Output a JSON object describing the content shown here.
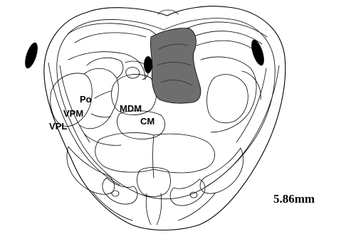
{
  "labels": {
    "po": "Po",
    "vpm": "VPM",
    "vpl": "VPL",
    "mdm": "MDM",
    "cm": "CM"
  },
  "depth_label": "5.86mm",
  "colors": {
    "lesion": "#6e6e6e",
    "outline": "#000000",
    "dark_fill": "#000000",
    "background": "#ffffff"
  }
}
